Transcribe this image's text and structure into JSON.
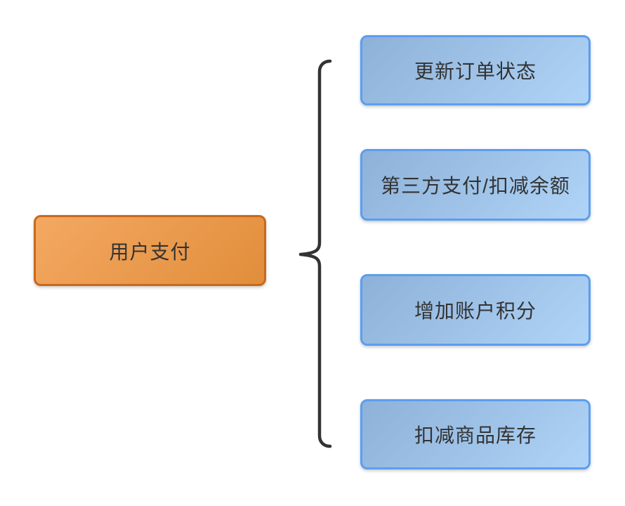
{
  "diagram": {
    "background": "#ffffff",
    "root_node": {
      "label": "用户支付"
    },
    "child_nodes": [
      {
        "label": "更新订单状态"
      },
      {
        "label": "第三方支付/扣减余额"
      },
      {
        "label": "增加账户积分"
      },
      {
        "label": "扣减商品库存"
      }
    ],
    "connector": {
      "type": "curly-brace"
    },
    "colors": {
      "root_fill_top": "#F4A862",
      "root_fill_bottom": "#E18E3B",
      "root_border": "#C9691B",
      "child_fill_top": "#8EB1D8",
      "child_fill_bottom": "#AFD4F7",
      "child_border": "#5B9EF0",
      "text": "#333333",
      "brace": "#333333"
    }
  }
}
